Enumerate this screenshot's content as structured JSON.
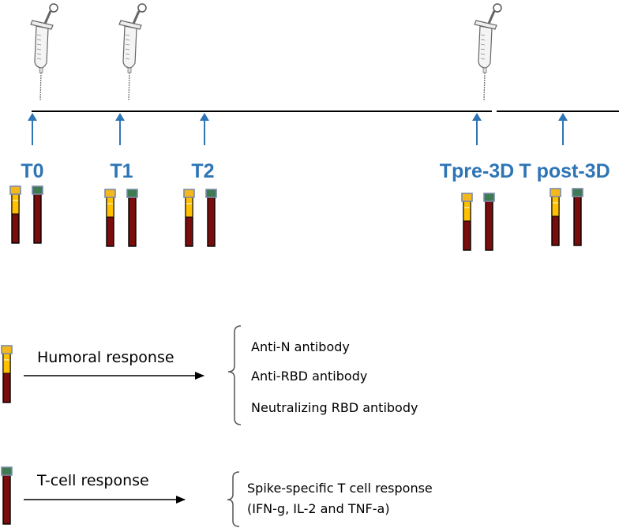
{
  "timepoints": [
    {
      "id": "t0",
      "label": "T0",
      "syringe": true
    },
    {
      "id": "t1",
      "label": "T1",
      "syringe": true
    },
    {
      "id": "t2",
      "label": "T2",
      "syringe": false
    },
    {
      "id": "tpre3d",
      "label": "Tpre-3D",
      "syringe": true
    },
    {
      "id": "tpost3d",
      "label": "T post-3D",
      "syringe": false
    }
  ],
  "legend": {
    "humoral": {
      "label": "Humoral response",
      "items": [
        "Anti-N antibody",
        "Anti-RBD antibody",
        "Neutralizing RBD antibody"
      ]
    },
    "tcell": {
      "label": "T-cell response",
      "items": [
        "Spike-specific T cell response",
        "(IFN-g, IL-2 and TNF-a)"
      ]
    }
  },
  "colors": {
    "label_blue": "#2E75B6",
    "arrow_blue": "#2E75B6",
    "blood_red": "#7B0C0C",
    "serum_yellow": "#FFC000",
    "cap_gold": "#F5B81C",
    "cap_green": "#3E7A52",
    "cap_border": "#7A8AA8"
  }
}
